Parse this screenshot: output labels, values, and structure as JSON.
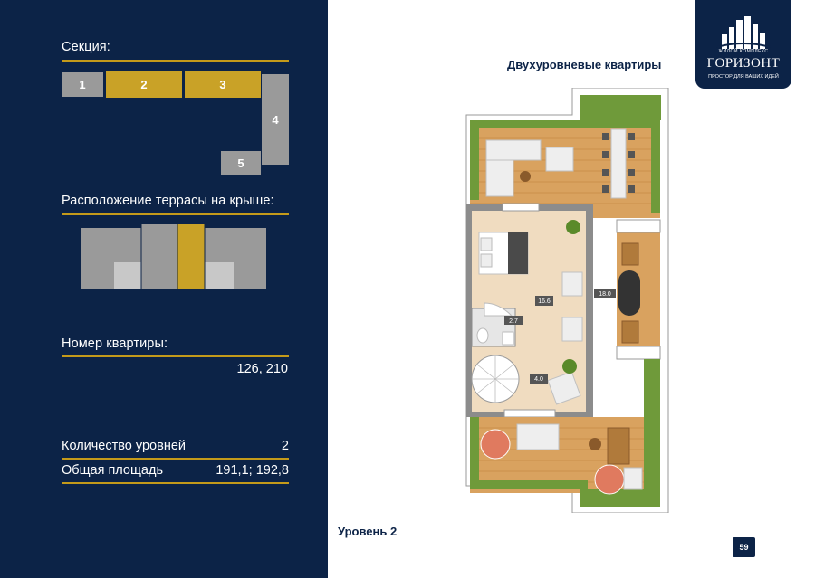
{
  "sidebar": {
    "section_label": "Секция:",
    "sections": [
      "1",
      "2",
      "3",
      "4",
      "5"
    ],
    "terrace_label": "Расположение террасы на крыше:",
    "apartment_number_label": "Номер квартиры:",
    "apartment_numbers": "126, 210",
    "levels_label": "Количество уровней",
    "levels_value": "2",
    "area_label": "Общая площадь",
    "area_value": "191,1; 192,8"
  },
  "header": {
    "title": "Двухуровневые квартиры"
  },
  "logo": {
    "small_text": "ЖИЛОЙ КОМПЛЕКС",
    "name": "ГОРИЗОНТ",
    "tagline": "ПРОСТОР ДЛЯ ВАШИХ ИДЕЙ"
  },
  "plan": {
    "rooms": {
      "bedroom_area": "16.6",
      "terrace_area": "18.0",
      "bathroom_area": "2.7",
      "hall_area": "4.0"
    }
  },
  "footer": {
    "level_label": "Уровень 2",
    "page_number": "59"
  },
  "colors": {
    "navy": "#0c2347",
    "gold": "#c9a227",
    "section_gray": "#9a9a9a",
    "wood": "#d9a25f",
    "greenery": "#6f9a3a",
    "wall": "#8c8c8c",
    "floor": "#f0dcc0"
  }
}
